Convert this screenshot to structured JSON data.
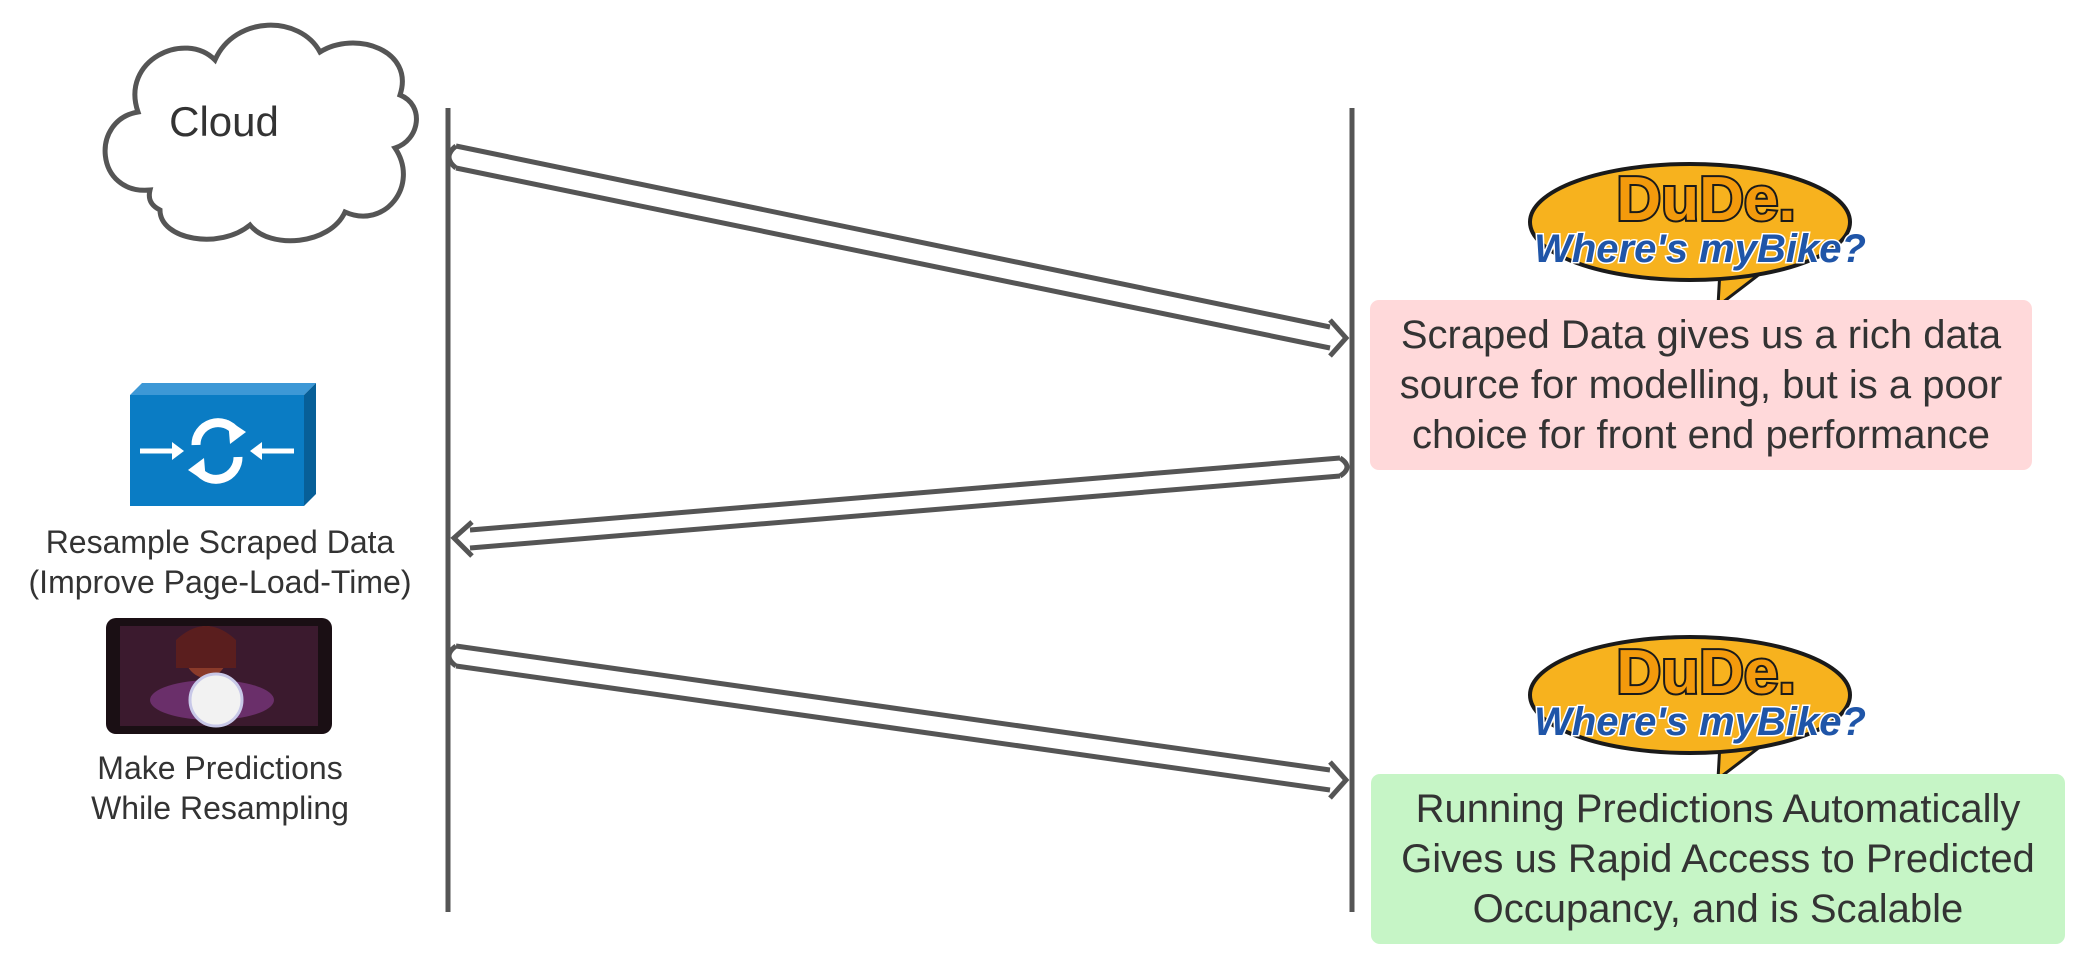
{
  "cloud": {
    "label": "Cloud"
  },
  "resample": {
    "line1": "Resample Scraped Data",
    "line2": "(Improve Page-Load-Time)"
  },
  "predict": {
    "line1": "Make Predictions",
    "line2": "While Resampling"
  },
  "logo": {
    "line1": "DuDe.",
    "line2": "Where's myBike?"
  },
  "notes": {
    "first": {
      "line1": "Scraped Data gives us a rich data",
      "line2": "source for modelling, but is a poor",
      "line3": "choice for front end performance"
    },
    "second": {
      "line1": "Running Predictions Automatically",
      "line2": "Gives us Rapid Access to Predicted",
      "line3": "Occupancy, and is Scalable"
    }
  },
  "colors": {
    "line": "#555555",
    "note_red": "#ffd9da",
    "note_green": "#c6f5c6",
    "resample_icon": "#0a7cc4",
    "logo_bubble": "#f7b21e"
  }
}
